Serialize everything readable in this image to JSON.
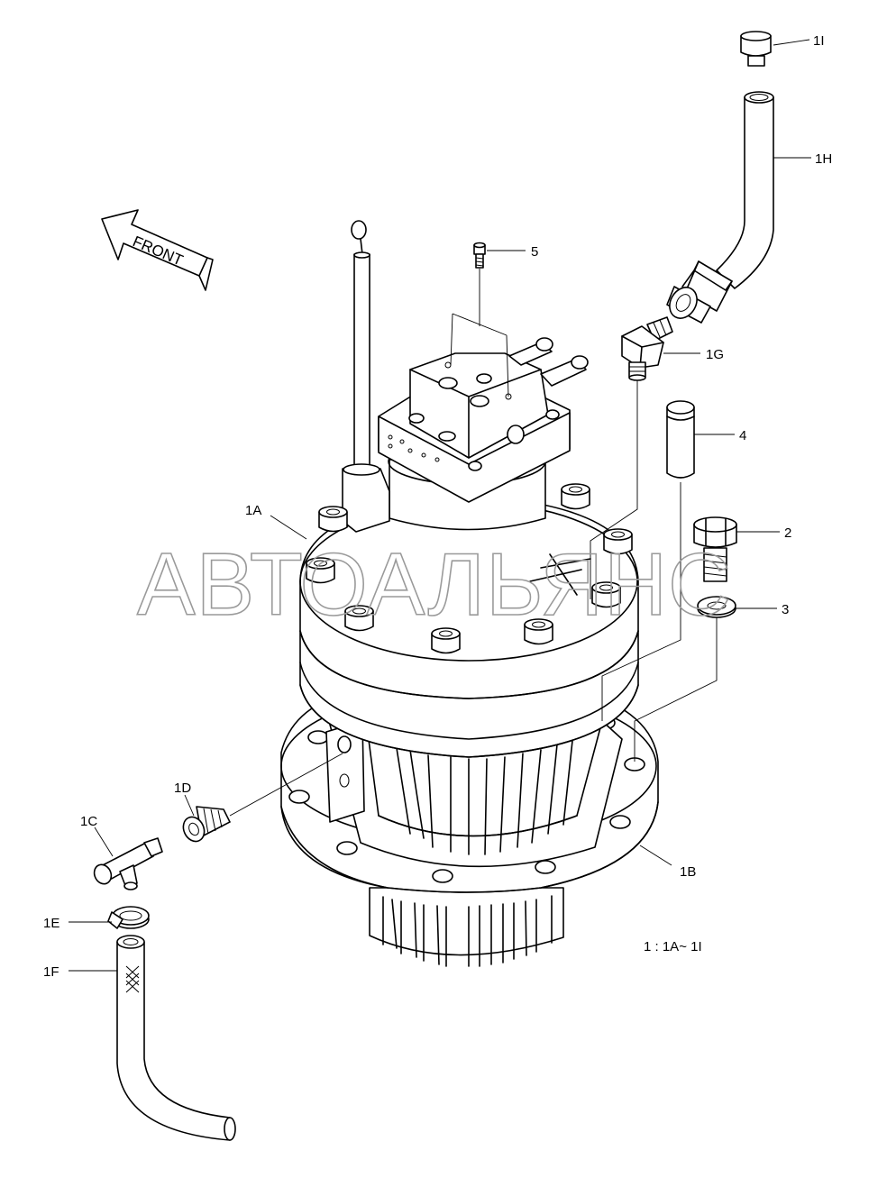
{
  "labels": {
    "l1I": "1I",
    "l1H": "1H",
    "l5": "5",
    "l1G": "1G",
    "l4": "4",
    "l1A": "1A",
    "l2": "2",
    "l3": "3",
    "l1D": "1D",
    "l1C": "1C",
    "l1B": "1B",
    "l1E": "1E",
    "l1F": "1F"
  },
  "arrow_text": "FRONT",
  "scale_note": "1 : 1A~ 1I",
  "watermark": "АВТОАЛЬЯНС"
}
